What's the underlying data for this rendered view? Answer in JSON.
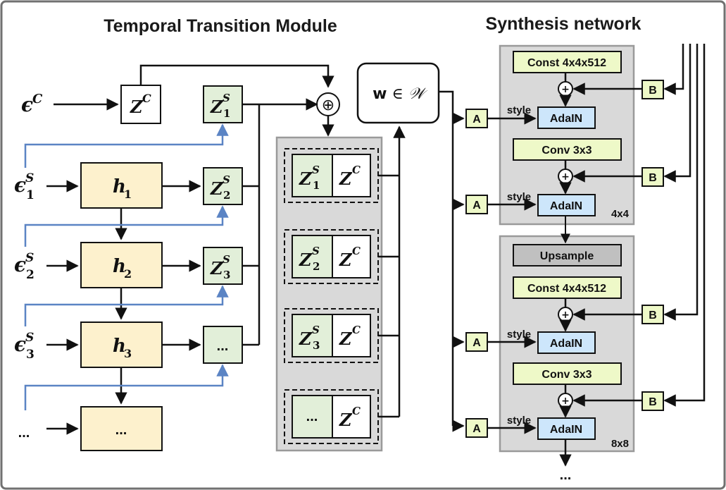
{
  "titles": {
    "left": "Temporal Transition Module",
    "right": "Synthesis network"
  },
  "inputs": {
    "eps_content": {
      "base": "ϵ",
      "sup": "C"
    },
    "eps_style": [
      {
        "base": "ϵ",
        "sup": "S",
        "sub": "1"
      },
      {
        "base": "ϵ",
        "sup": "S",
        "sub": "2"
      },
      {
        "base": "ϵ",
        "sup": "S",
        "sub": "3"
      }
    ],
    "ellipsis": "..."
  },
  "hidden_states": [
    {
      "base": "h",
      "sub": "1"
    },
    {
      "base": "h",
      "sub": "2"
    },
    {
      "base": "h",
      "sub": "3"
    },
    {
      "text": "..."
    }
  ],
  "latents": {
    "content": {
      "base": "Z",
      "sup": "C"
    },
    "style": [
      {
        "base": "Z",
        "sup": "S",
        "sub": "1"
      },
      {
        "base": "Z",
        "sup": "S",
        "sub": "2"
      },
      {
        "base": "Z",
        "sup": "S",
        "sub": "3"
      },
      {
        "text": "..."
      }
    ]
  },
  "combine_symbol": "⊕",
  "w_space": {
    "bold": "w",
    "rest": " ∈ 𝒲"
  },
  "synthesis": {
    "block1": {
      "const": "Const 4x4x512",
      "conv": "Conv 3x3",
      "adain": "AdaIN",
      "resolution": "4x4"
    },
    "block2": {
      "upsample": "Upsample",
      "const": "Const 4x4x512",
      "conv": "Conv 3x3",
      "adain": "AdaIN",
      "resolution": "8x8"
    },
    "a_label": "A",
    "b_label": "B",
    "plus": "+",
    "style_label": "style",
    "output_ellipsis": "..."
  },
  "colors": {
    "hidden_fill": "#fdf1cd",
    "latent_fill": "#e2efd9",
    "a_b_fill": "#eef9c8",
    "adain_fill": "#cde6fb",
    "const_fill": "#eef9c8",
    "upsample_fill": "#c0c0c0",
    "panel_fill": "#d9d9d9",
    "panel_stroke": "#9a9a9a",
    "blue_line": "#5b84c4",
    "border": "#707070"
  }
}
